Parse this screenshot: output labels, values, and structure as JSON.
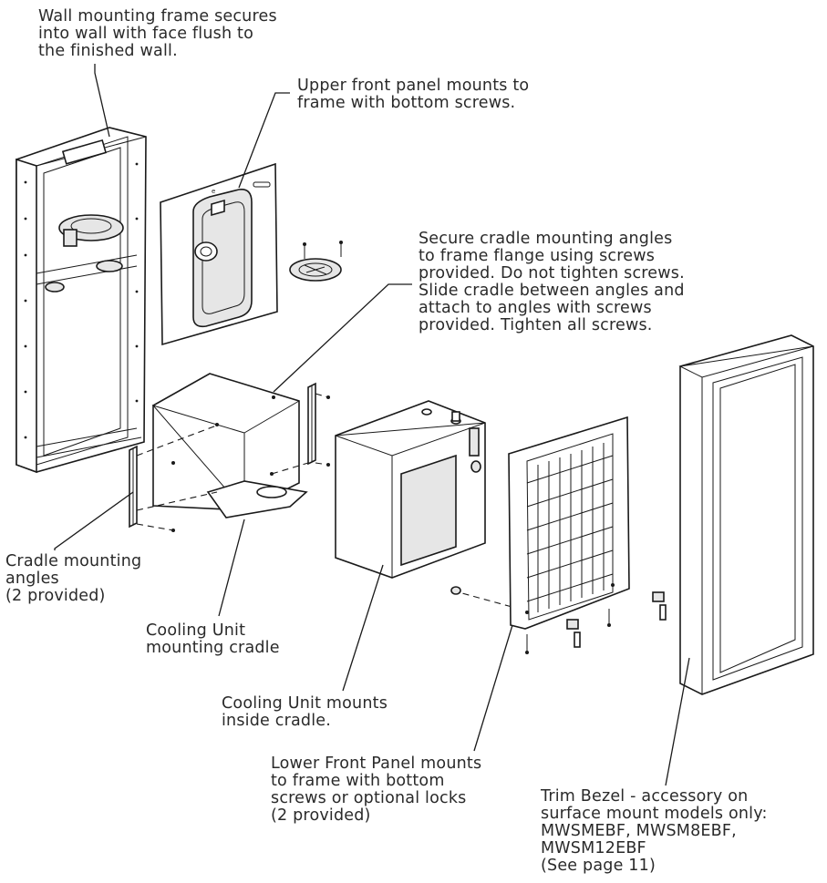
{
  "labels": {
    "wall_frame": [
      "Wall mounting frame secures",
      "into wall with face flush to",
      "the finished wall."
    ],
    "upper_panel": [
      "Upper front panel mounts to",
      "frame with bottom screws."
    ],
    "cradle_angles_instructions": [
      "Secure cradle mounting angles",
      "to frame flange using screws",
      "provided.  Do not tighten screws.",
      "Slide cradle between angles and",
      "attach to angles with screws",
      "provided.  Tighten all screws."
    ],
    "cradle_angles": [
      "Cradle mounting",
      "angles",
      "(2 provided)"
    ],
    "cooling_cradle": [
      "Cooling Unit",
      "mounting cradle"
    ],
    "cooling_unit": [
      "Cooling Unit mounts",
      "inside cradle."
    ],
    "lower_panel": [
      "Lower Front Panel mounts",
      "to frame with bottom",
      "screws or optional locks",
      "(2 provided)"
    ],
    "trim_bezel": [
      "Trim Bezel - accessory on",
      "surface mount models only:",
      "MWSMEBF, MWSM8EBF,",
      "MWSM12EBF",
      "(See page 11)"
    ]
  }
}
